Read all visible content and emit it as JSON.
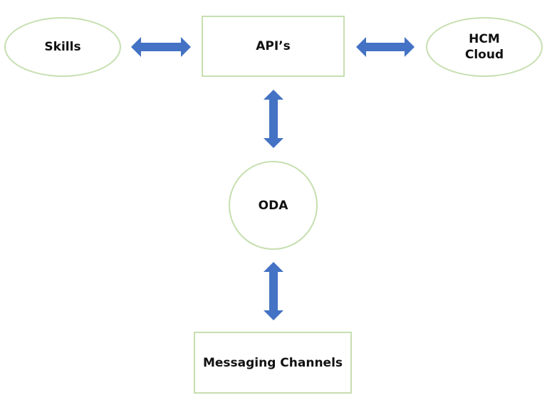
{
  "diagram": {
    "nodes": {
      "skills": {
        "label": "Skills"
      },
      "apis": {
        "label": "API’s"
      },
      "hcm_cloud": {
        "label": "HCM\nCloud"
      },
      "oda": {
        "label": "ODA"
      },
      "messaging_channels": {
        "label": "Messaging Channels"
      }
    },
    "edges": [
      {
        "from": "skills",
        "to": "apis",
        "direction": "bidirectional"
      },
      {
        "from": "apis",
        "to": "hcm_cloud",
        "direction": "bidirectional"
      },
      {
        "from": "apis",
        "to": "oda",
        "direction": "bidirectional"
      },
      {
        "from": "oda",
        "to": "messaging_channels",
        "direction": "bidirectional"
      }
    ],
    "colors": {
      "node_border": "#c6dfb0",
      "arrow": "#4472c4",
      "text": "#111111",
      "background": "#ffffff"
    }
  }
}
